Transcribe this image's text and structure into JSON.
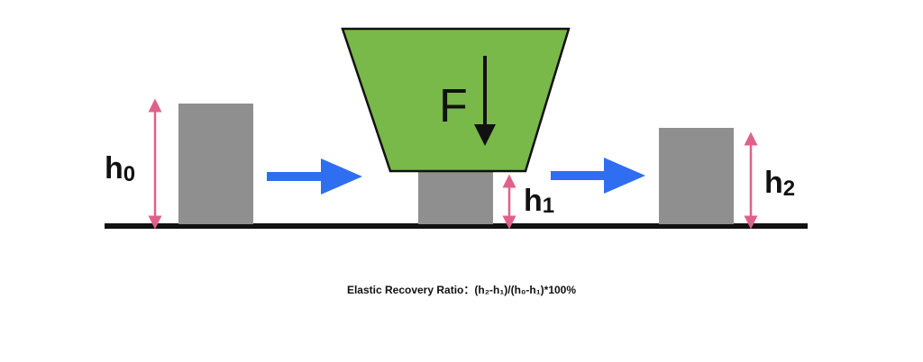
{
  "labels": {
    "h0_main": "h",
    "h0_sub": "0",
    "h1_main": "h",
    "h1_sub": "1",
    "h2_main": "h",
    "h2_sub": "2",
    "force": "F"
  },
  "formula": "Elastic Recovery Ratio：(h₂-h₁)/(h₀-h₁)*100%",
  "colors": {
    "block": "#8f8f8f",
    "indenter": "#78b949",
    "arrow": "#2f6ef0",
    "dimension": "#e0608c",
    "ground": "#111111"
  }
}
